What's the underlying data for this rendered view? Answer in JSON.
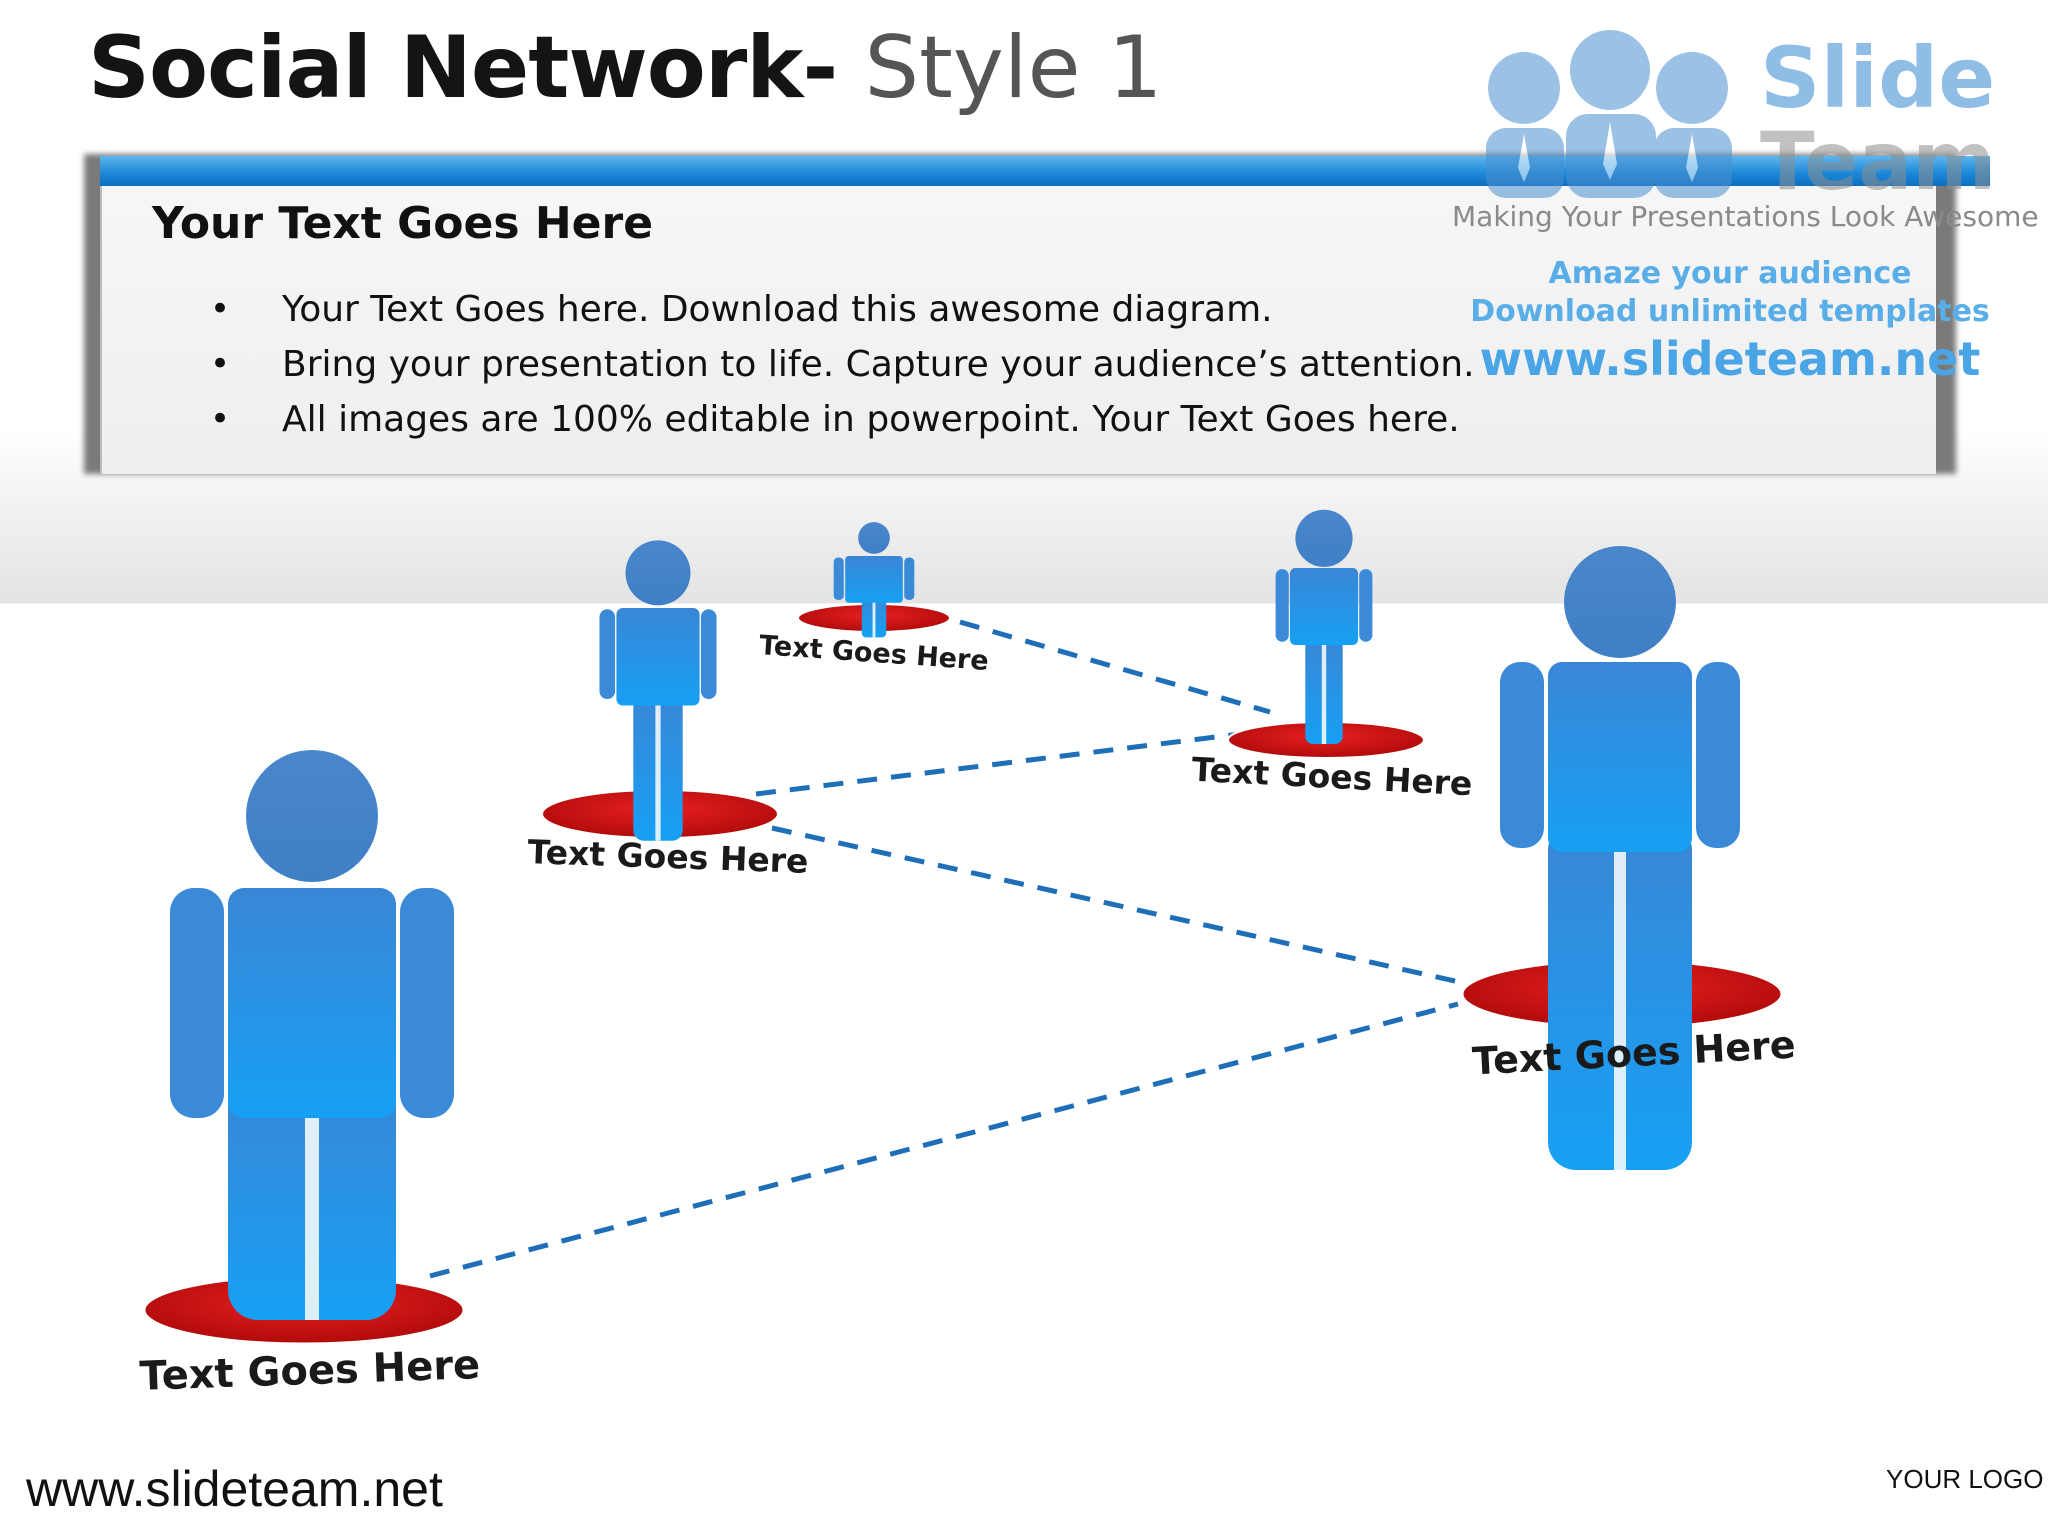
{
  "slide": {
    "title_main": "Social Network-",
    "title_sub": " Style 1"
  },
  "panel": {
    "heading": "Your Text Goes Here",
    "bullets": [
      "Your Text Goes here. Download this awesome diagram.",
      "Bring your presentation to life. Capture your audience’s attention.",
      "All images are 100% editable in powerpoint. Your Text Goes here."
    ]
  },
  "watermark": {
    "brand_line1": "Slide",
    "brand_line2": "Team",
    "tagline": "Making Your Presentations Look Awesome",
    "line_amaze": "Amaze your audience",
    "line_download": "Download unlimited templates",
    "url": "www.slideteam.net"
  },
  "nodes": [
    {
      "id": "left-large",
      "label": "Text Goes Here"
    },
    {
      "id": "mid-left",
      "label": "Text Goes Here"
    },
    {
      "id": "top-small",
      "label": "Text Goes Here"
    },
    {
      "id": "mid-right",
      "label": "Text Goes Here"
    },
    {
      "id": "right-large",
      "label": "Text Goes Here"
    }
  ],
  "colors": {
    "figure": "#2f8fe0",
    "figure_head": "#3f82c8",
    "platform": "#d01818",
    "connector": "#1f6fb8",
    "header_bar": "#1e8ad8"
  },
  "footer": {
    "url": "www.slideteam.net",
    "logo": "YOUR LOGO"
  }
}
